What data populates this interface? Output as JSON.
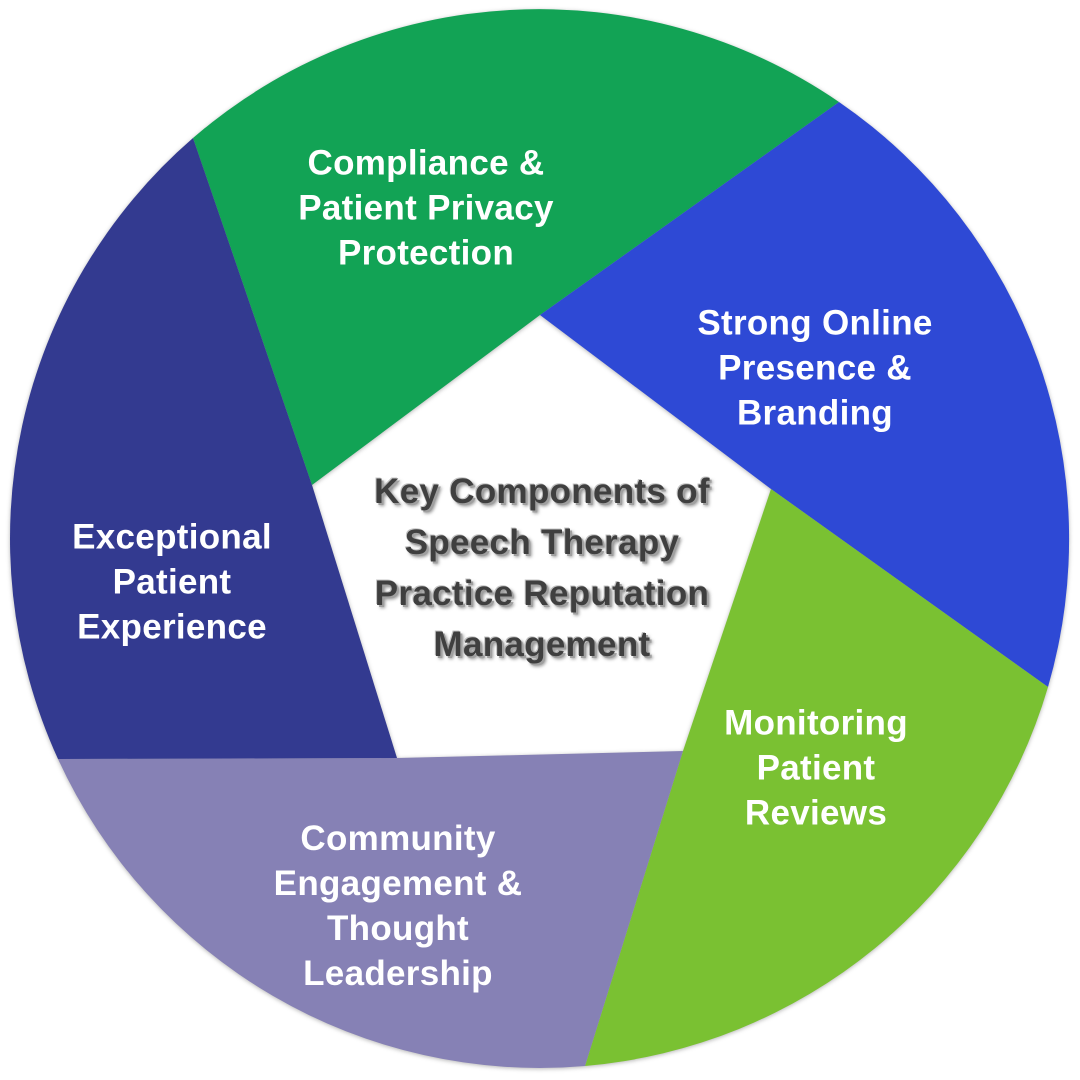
{
  "diagram": {
    "title": "Key Components of\nSpeech Therapy\nPractice Reputation\nManagement",
    "title_color": "#3f3f3f",
    "background_color": "#ffffff",
    "label_text_color": "#ffffff",
    "type": "circular-pinwheel",
    "segment_count": 5,
    "segments": [
      {
        "id": "compliance",
        "label": "Compliance &\nPatient Privacy\nProtection",
        "color": "#12a355"
      },
      {
        "id": "online-presence",
        "label": "Strong Online\nPresence &\nBranding",
        "color": "#2e49d5"
      },
      {
        "id": "monitoring-reviews",
        "label": "Monitoring\nPatient\nReviews",
        "color": "#7ac132"
      },
      {
        "id": "community",
        "label": "Community\nEngagement &\nThought\nLeadership",
        "color": "#8681b5"
      },
      {
        "id": "patient-experience",
        "label": "Exceptional\nPatient\nExperience",
        "color": "#333a90"
      }
    ]
  }
}
